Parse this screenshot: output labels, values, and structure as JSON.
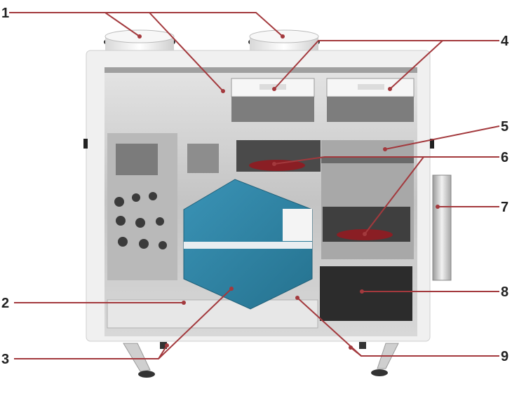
{
  "colors": {
    "leader": "#a3393d",
    "cabinet_frame": "#eeeeee",
    "cabinet_interior": "#c6c6c6",
    "heat_exchanger": "#2f86a8",
    "number_text": "#222222"
  },
  "callouts": [
    {
      "id": "1",
      "label": "1"
    },
    {
      "id": "2",
      "label": "2"
    },
    {
      "id": "3",
      "label": "3"
    },
    {
      "id": "4",
      "label": "4"
    },
    {
      "id": "5",
      "label": "5"
    },
    {
      "id": "6",
      "label": "6"
    },
    {
      "id": "7",
      "label": "7"
    },
    {
      "id": "8",
      "label": "8"
    },
    {
      "id": "9",
      "label": "9"
    }
  ]
}
